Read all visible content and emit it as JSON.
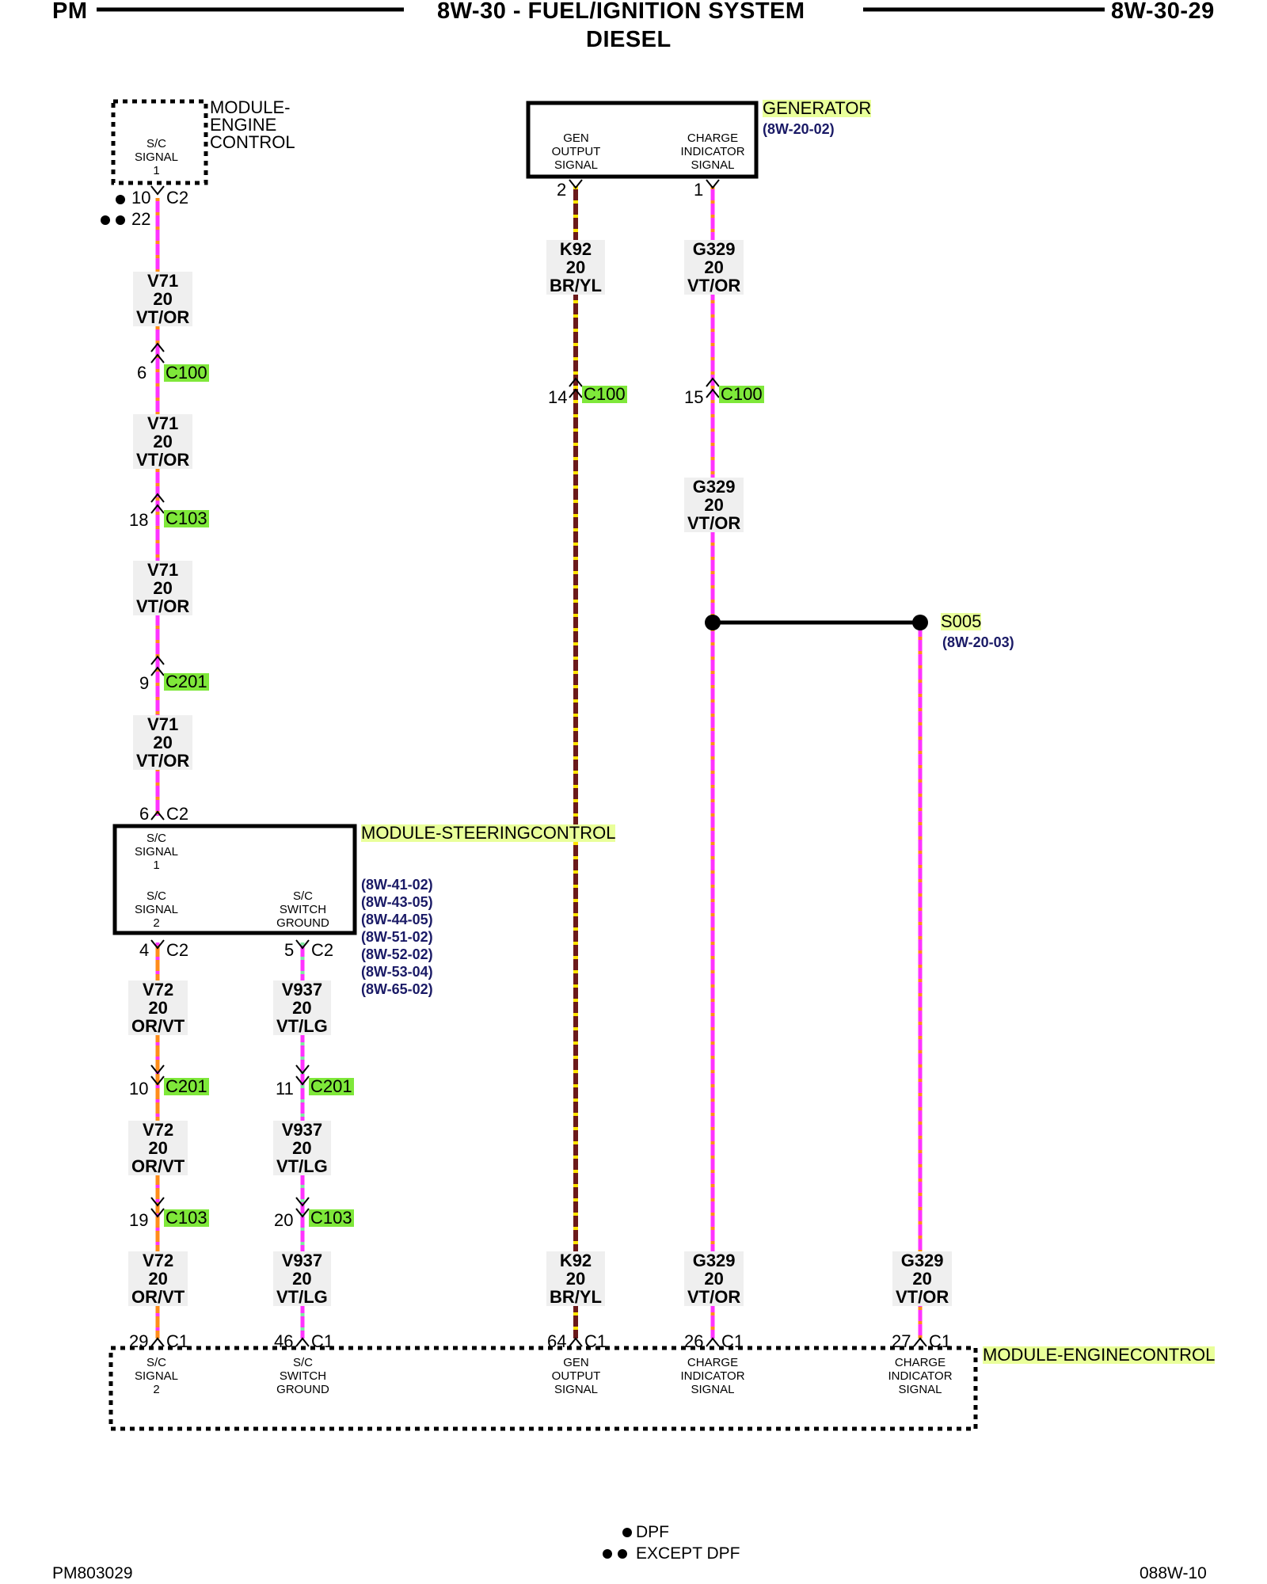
{
  "header": {
    "left": "PM",
    "title_line1": "8W-30 - FUEL/IGNITION SYSTEM",
    "title_line2": "DIESEL",
    "right": "8W-30-29"
  },
  "footer": {
    "left": "PM803029",
    "right": "088W-10"
  },
  "legend": [
    {
      "symbol": "single-dot",
      "label": "DPF"
    },
    {
      "symbol": "double-dot",
      "label": "EXCEPT DPF"
    }
  ],
  "modules": {
    "ecm_top": {
      "name_lines": [
        "MODULE-",
        "ENGINE",
        "CONTROL"
      ],
      "pin_label": [
        "S/C",
        "SIGNAL",
        "1"
      ]
    },
    "generator": {
      "name": "GENERATOR",
      "ref": "(8W-20-02)",
      "pins": [
        [
          "GEN",
          "OUTPUT",
          "SIGNAL"
        ],
        [
          "CHARGE",
          "INDICATOR",
          "SIGNAL"
        ]
      ]
    },
    "steering": {
      "name_lines": [
        "MODULE-",
        "STEERING",
        "CONTROL"
      ],
      "refs": [
        "(8W-41-02)",
        "(8W-43-05)",
        "(8W-44-05)",
        "(8W-51-02)",
        "(8W-52-02)",
        "(8W-53-04)",
        "(8W-65-02)"
      ],
      "pins": [
        [
          "S/C",
          "SIGNAL",
          "1"
        ],
        [
          "S/C",
          "SIGNAL",
          "2"
        ],
        [
          "S/C",
          "SWITCH",
          "GROUND"
        ]
      ]
    },
    "ecm_bottom": {
      "name_lines": [
        "MODULE-",
        "ENGINE",
        "CONTROL"
      ],
      "pins": [
        [
          "S/C",
          "SIGNAL",
          "2"
        ],
        [
          "S/C",
          "SWITCH",
          "GROUND"
        ],
        [
          "GEN",
          "OUTPUT",
          "SIGNAL"
        ],
        [
          "CHARGE",
          "INDICATOR",
          "SIGNAL"
        ],
        [
          "CHARGE",
          "INDICATOR",
          "SIGNAL"
        ]
      ]
    }
  },
  "splice": {
    "name": "S005",
    "ref": "(8W-20-03)"
  },
  "pins": {
    "ecm_top_pin_a": "10",
    "ecm_top_conn": "C2",
    "ecm_top_pin_b": "22",
    "c100_a": "6",
    "c103_a": "18",
    "c201_a": "9",
    "scm_in": "6",
    "scm_in_conn": "C2",
    "scm_out1": "4",
    "scm_out1_conn": "C2",
    "scm_out2": "5",
    "scm_out2_conn": "C2",
    "c201_b": "10",
    "c201_c": "11",
    "c103_b": "19",
    "c103_c": "20",
    "gen_p2": "2",
    "gen_p1": "1",
    "c100_b": "14",
    "c100_c": "15",
    "ecm_b1": "29",
    "ecm_b2": "46",
    "ecm_b3": "64",
    "ecm_b4": "26",
    "ecm_b5": "27",
    "ecm_bconn": "C1"
  },
  "connectors": {
    "c100": "C100",
    "c103": "C103",
    "c201": "C201"
  },
  "wires": {
    "v71": [
      "V71",
      "20",
      "VT/OR"
    ],
    "v72": [
      "V72",
      "20",
      "OR/VT"
    ],
    "v937": [
      "V937",
      "20",
      "VT/LG"
    ],
    "k92": [
      "K92",
      "20",
      "BR/YL"
    ],
    "g329": [
      "G329",
      "20",
      "VT/OR"
    ]
  },
  "colors": {
    "violet": "#ff33ff",
    "orange": "#ff8c1a",
    "brown": "#6b1a1a",
    "yellow": "#ffe400",
    "lightgreen": "#7fe8a0",
    "connector_hl": "#7fe83a",
    "module_hl": "#e9ff9a"
  }
}
